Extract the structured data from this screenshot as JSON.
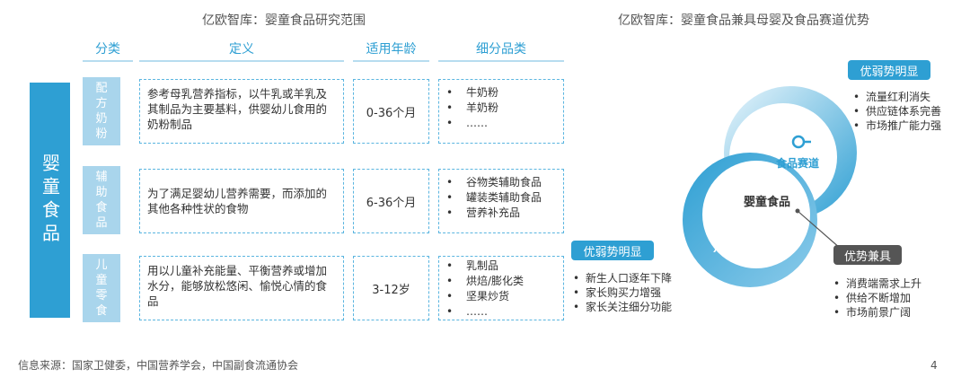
{
  "left": {
    "title": "亿欧智库：婴童食品研究范围",
    "headers": {
      "category": "分类",
      "definition": "定义",
      "age": "适用年龄",
      "sub": "细分品类"
    },
    "main_category": "婴童食品",
    "rows": [
      {
        "cat": "配方奶粉",
        "definition": "参考母乳营养指标，以牛乳或羊乳及其制品为主要基料，供婴幼儿食用的奶粉制品",
        "age": "0-36个月",
        "items": [
          "牛奶粉",
          "羊奶粉",
          "……"
        ]
      },
      {
        "cat": "辅助食品",
        "definition": "为了满足婴幼儿营养需要，而添加的其他各种性状的食物",
        "age": "6-36个月",
        "items": [
          "谷物类辅助食品",
          "罐装类辅助食品",
          "营养补充品"
        ]
      },
      {
        "cat": "儿童零食",
        "definition": "用以儿童补充能量、平衡营养或增加水分，能够放松悠闲、愉悦心情的食品",
        "age": "3-12岁",
        "items": [
          "乳制品",
          "烘焙/膨化类",
          "坚果炒货",
          "……"
        ]
      }
    ]
  },
  "right": {
    "title": "亿欧智库：婴童食品兼具母婴及食品赛道优势",
    "food_track": "食品赛道",
    "center": "婴童食品",
    "mom_track": "母婴赛道",
    "tag_food": "优弱势明显",
    "food_points": [
      "流量红利消失",
      "供应链体系完善",
      "市场推广能力强"
    ],
    "tag_mom": "优弱势明显",
    "mom_points": [
      "新生人口逐年下降",
      "家长购买力增强",
      "家长关注细分功能"
    ],
    "tag_both": "优势兼具",
    "both_points": [
      "消费端需求上升",
      "供给不断增加",
      "市场前景广阔"
    ],
    "colors": {
      "primary": "#2e9fd3",
      "light": "#a9d5ec",
      "dark": "#555555"
    }
  },
  "footer": {
    "source": "信息来源：国家卫健委，中国营养学会，中国副食流通协会",
    "page": "4"
  }
}
